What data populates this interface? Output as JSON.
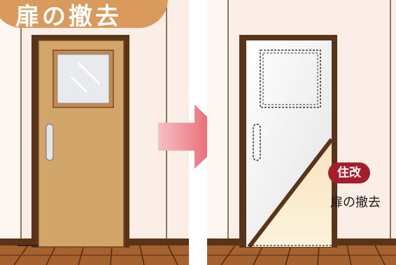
{
  "title": "扉の撤去",
  "badge": "住改",
  "caption": "扉の撤去",
  "colors": {
    "wall": "#fbeee6",
    "wood_floor": "#a5622f",
    "door": "#d2a56b",
    "frame": "#5a3418",
    "title_bg": "#d99a5c",
    "badge_bg": "#a51f2a",
    "arrow": "#e6606a"
  },
  "icons": [
    "door-icon",
    "arrow-right-icon",
    "removed-door-icon"
  ]
}
